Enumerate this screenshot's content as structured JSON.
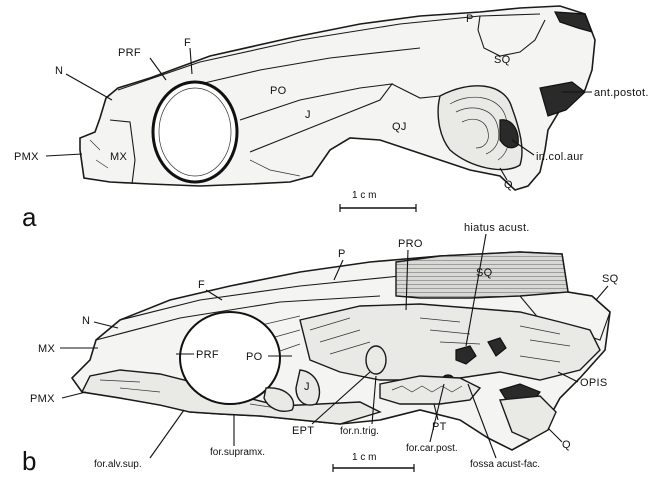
{
  "panels": {
    "a": {
      "letter": "a",
      "scale_bar": "1 c m",
      "labels": {
        "P": "P",
        "SQ": "SQ",
        "PRF": "PRF",
        "F": "F",
        "N": "N",
        "PO": "PO",
        "J": "J",
        "QJ": "QJ",
        "MX": "MX",
        "PMX": "PMX",
        "ant_postot": "ant.postot.",
        "in_col_aur": "in.col.aur",
        "Q": "Q"
      }
    },
    "b": {
      "letter": "b",
      "scale_bar": "1 c m",
      "labels": {
        "PRO": "PRO",
        "hiatus_acust": "hiatus acust.",
        "SQ_inner": "SQ",
        "SQ_outer": "SQ",
        "P": "P",
        "F": "F",
        "N": "N",
        "MX": "MX",
        "PRF": "PRF",
        "PO": "PO",
        "J": "J",
        "PMX": "PMX",
        "OPIS": "OPIS",
        "EPT": "EPT",
        "for_n_trig": "for.n.trig.",
        "PT": "PT",
        "for_car_post": "for.car.post.",
        "Q": "Q",
        "for_alv_sup": "for.alv.sup.",
        "for_supramx": "for.supramx.",
        "fossa_acust_fac": "fossa acust-fac."
      }
    }
  }
}
